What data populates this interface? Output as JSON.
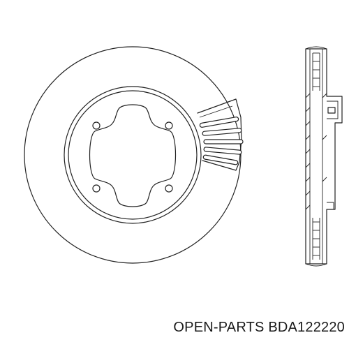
{
  "caption": {
    "text": "OPEN-PARTS BDA122220"
  },
  "colors": {
    "line": "#222222",
    "background": "#ffffff",
    "text": "#1a1a1a"
  },
  "diagram": {
    "front_view": {
      "mounting_holes": 4,
      "cooling_vanes_visible": 5
    },
    "side_view": {
      "section": "ventilated"
    }
  }
}
